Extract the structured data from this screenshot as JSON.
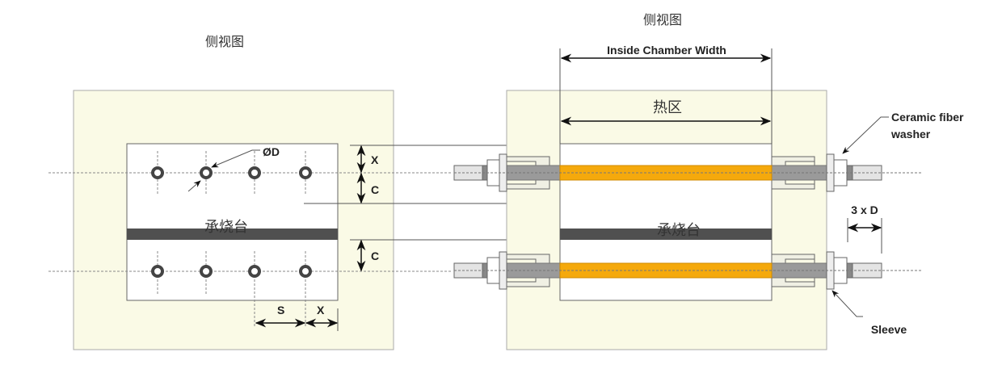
{
  "left_view": {
    "title": "侧视图",
    "plate_label": "承烧台",
    "hole_label": "ØD",
    "dim_x_top": "X",
    "dim_c_top": "C",
    "dim_c_bottom": "C",
    "dim_s": "S",
    "dim_x_bottom": "X"
  },
  "right_view": {
    "title": "侧视图",
    "chamber_width_label": "Inside Chamber Width",
    "hot_zone_label": "热区",
    "plate_label": "承烧台",
    "washer_label_line1": "Ceramic fiber",
    "washer_label_line2": "washer",
    "spacing_label": "3 x D",
    "sleeve_label": "Sleeve"
  },
  "colors": {
    "panel": "#fafae6",
    "heating_element": "#f5a90c",
    "setter_plate": "#505050",
    "rod": "#9a9a9a"
  }
}
